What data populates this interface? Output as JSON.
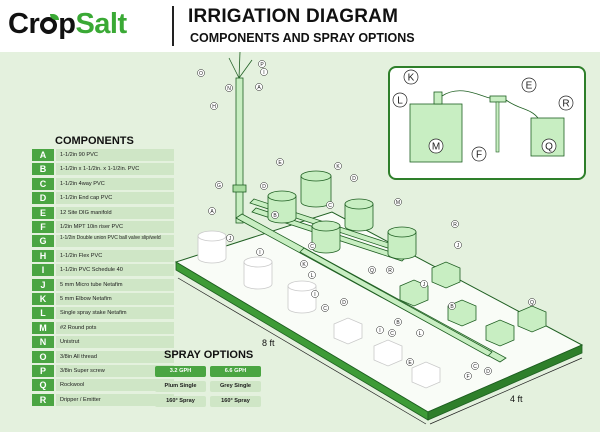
{
  "header": {
    "logo_part1": "Cr",
    "logo_part2": "p",
    "logo_salt": "Salt",
    "title": "IRRIGATION DIAGRAM",
    "subtitle": "COMPONENTS AND SPRAY OPTIONS"
  },
  "components_title": "COMPONENTS",
  "components": [
    {
      "letter": "A",
      "text": "1-1/2in 90 PVC"
    },
    {
      "letter": "B",
      "text": "1-1/2in x 1-1/2in. x 1-1/2in. PVC"
    },
    {
      "letter": "C",
      "text": "1-1/2in 4way PVC"
    },
    {
      "letter": "D",
      "text": "1-1/2in End cap PVC"
    },
    {
      "letter": "E",
      "text": "12 Site DIG manifold"
    },
    {
      "letter": "F",
      "text": "1/2in MPT 10in riser PVC"
    },
    {
      "letter": "G",
      "text": "1-1/2in Double union PVC ball valve slip/weld"
    },
    {
      "letter": "H",
      "text": "1-1/2in Flex PVC"
    },
    {
      "letter": "I",
      "text": "1-1/2in PVC Schedule 40"
    },
    {
      "letter": "J",
      "text": "5 mm Micro tube Netafim"
    },
    {
      "letter": "K",
      "text": "5 mm Elbow Netafim"
    },
    {
      "letter": "L",
      "text": "Single spray stake Netafim"
    },
    {
      "letter": "M",
      "text": "#2 Round pots"
    },
    {
      "letter": "N",
      "text": "Unistrut"
    },
    {
      "letter": "O",
      "text": "3/8in All thread"
    },
    {
      "letter": "P",
      "text": "3/8in Super screw"
    },
    {
      "letter": "Q",
      "text": "Rockwool"
    },
    {
      "letter": "R",
      "text": "Dripper / Emitter"
    }
  ],
  "spray_title": "SPRAY OPTIONS",
  "spray_options": [
    [
      "3.2 GPH",
      "6.6 GPH"
    ],
    [
      "Plum Single",
      "Grey Single"
    ],
    [
      "160° Spray",
      "160° Spray"
    ]
  ],
  "dimensions": {
    "length": "8 ft",
    "width": "4 ft"
  },
  "inset_labels": [
    "K",
    "E",
    "L",
    "R",
    "M",
    "F",
    "Q"
  ],
  "diagram_labels": [
    "P",
    "O",
    "I",
    "N",
    "A",
    "H",
    "G",
    "A",
    "E",
    "K",
    "D",
    "B",
    "C",
    "J",
    "I",
    "C",
    "M",
    "D",
    "J",
    "L",
    "K",
    "R",
    "I",
    "R",
    "Q",
    "C",
    "D",
    "B",
    "I",
    "C",
    "E",
    "L",
    "J",
    "Q",
    "B",
    "F",
    "C",
    "D"
  ],
  "colors": {
    "green": "#4aa542",
    "light_green": "#cfe6c6",
    "panel": "#e4f1de",
    "pipe": "#c8eec2",
    "outline": "#1f5f22"
  }
}
